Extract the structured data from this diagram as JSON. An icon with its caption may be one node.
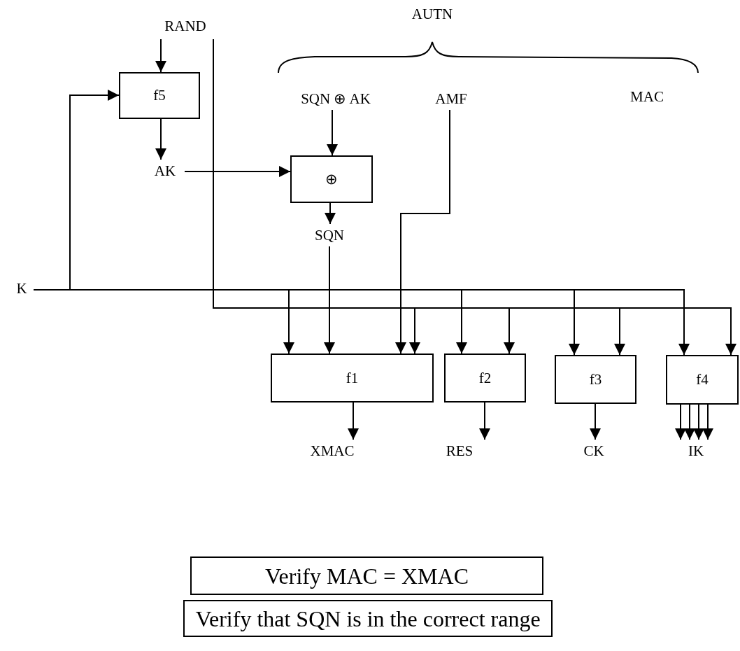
{
  "diagram": {
    "nodes": [
      {
        "text": [
          "RAND"
        ]
      },
      {
        "text": [
          "f5"
        ]
      },
      {
        "text": [
          "SQN ⊕ AK"
        ]
      },
      {
        "text": [
          "AMF"
        ]
      },
      {
        "text": [
          "AK"
        ]
      },
      {
        "text": [
          "⊕"
        ]
      },
      {
        "text": [
          "SQN"
        ]
      },
      {
        "text": [
          "K"
        ]
      },
      {
        "text": [
          "f1"
        ]
      },
      {
        "text": [
          "f2"
        ]
      },
      {
        "text": [
          "f3"
        ]
      },
      {
        "text": [
          "f4"
        ]
      },
      {
        "text": [
          "XMAC"
        ]
      },
      {
        "text": [
          "RES"
        ]
      },
      {
        "text": [
          "CK"
        ]
      },
      {
        "text": [
          "IK"
        ]
      },
      {
        "text": [
          "Verify MAC = XMAC"
        ]
      },
      {
        "text": [
          "Verify that SQN is in the correct range"
        ]
      }
    ],
    "edges": [
      {
        "from": 0,
        "to": 1,
        "arrow": "to"
      },
      {
        "from": 7,
        "to": 1,
        "arrow": "to"
      },
      {
        "from": 1,
        "to": 4,
        "arrow": "to"
      },
      {
        "from": 4,
        "to": 5,
        "arrow": "to"
      },
      {
        "from": 2,
        "to": 5,
        "arrow": "to"
      },
      {
        "from": 5,
        "to": 6,
        "arrow": "to"
      },
      {
        "from": 7,
        "to": 8,
        "arrow": "to"
      },
      {
        "from": 6,
        "to": 8,
        "arrow": "to"
      },
      {
        "from": 3,
        "to": 8,
        "arrow": "to"
      },
      {
        "from": 0,
        "to": 8,
        "arrow": "to"
      },
      {
        "from": 7,
        "to": 9,
        "arrow": "to"
      },
      {
        "from": 0,
        "to": 9,
        "arrow": "to"
      },
      {
        "from": 7,
        "to": 10,
        "arrow": "to"
      },
      {
        "from": 0,
        "to": 10,
        "arrow": "to"
      },
      {
        "from": 7,
        "to": 11,
        "arrow": "to"
      },
      {
        "from": 0,
        "to": 11,
        "arrow": "to"
      },
      {
        "from": 8,
        "to": 12,
        "arrow": "to"
      },
      {
        "from": 9,
        "to": 13,
        "arrow": "to"
      },
      {
        "from": 10,
        "to": 14,
        "arrow": "to"
      },
      {
        "from": 11,
        "to": 15,
        "arrow": "to"
      },
      {
        "from": 11,
        "to": 15,
        "arrow": "to"
      },
      {
        "from": 11,
        "to": 15,
        "arrow": "to"
      },
      {
        "from": 11,
        "to": 15,
        "arrow": "to"
      }
    ],
    "labels": [
      "AUTN",
      "MAC"
    ]
  }
}
